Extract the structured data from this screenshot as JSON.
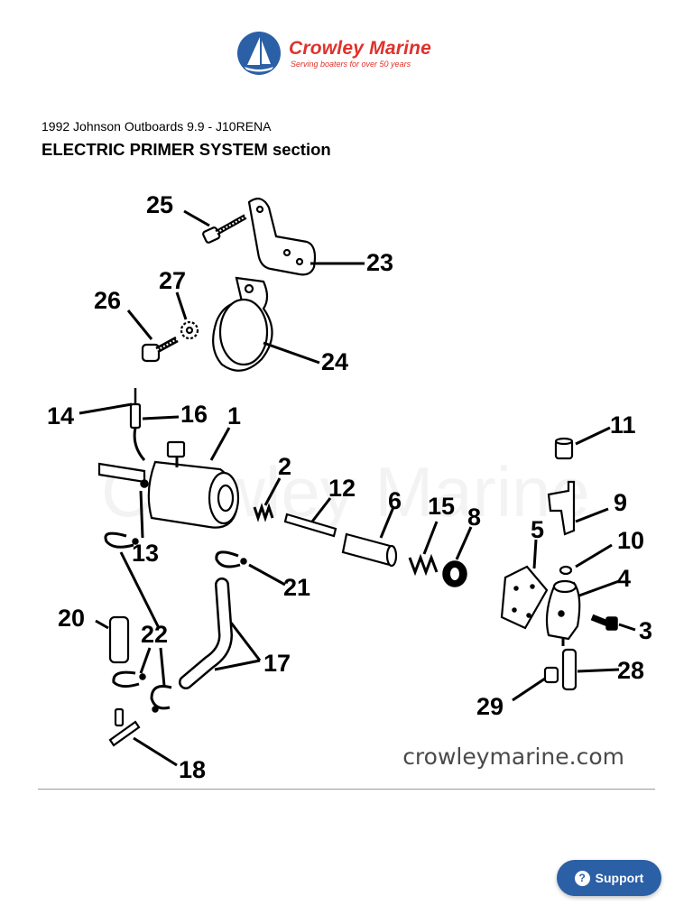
{
  "brand": {
    "name": "Crowley Marine",
    "tagline": "Serving boaters for over 50 years",
    "color": "#e0312b",
    "logo_color": "#2b5fa6"
  },
  "header": {
    "subtitle": "1992 Johnson Outboards 9.9 - J10RENA",
    "title": "ELECTRIC PRIMER SYSTEM section"
  },
  "diagram": {
    "watermark": "Crowley Marine",
    "callouts": [
      "25",
      "23",
      "27",
      "26",
      "24",
      "14",
      "16",
      "1",
      "11",
      "2",
      "12",
      "6",
      "15",
      "8",
      "9",
      "5",
      "10",
      "13",
      "21",
      "4",
      "20",
      "22",
      "3",
      "17",
      "28",
      "29",
      "18"
    ]
  },
  "footer": {
    "site": "crowleymarine.com"
  },
  "support": {
    "label": "Support",
    "icon": "question-icon"
  }
}
